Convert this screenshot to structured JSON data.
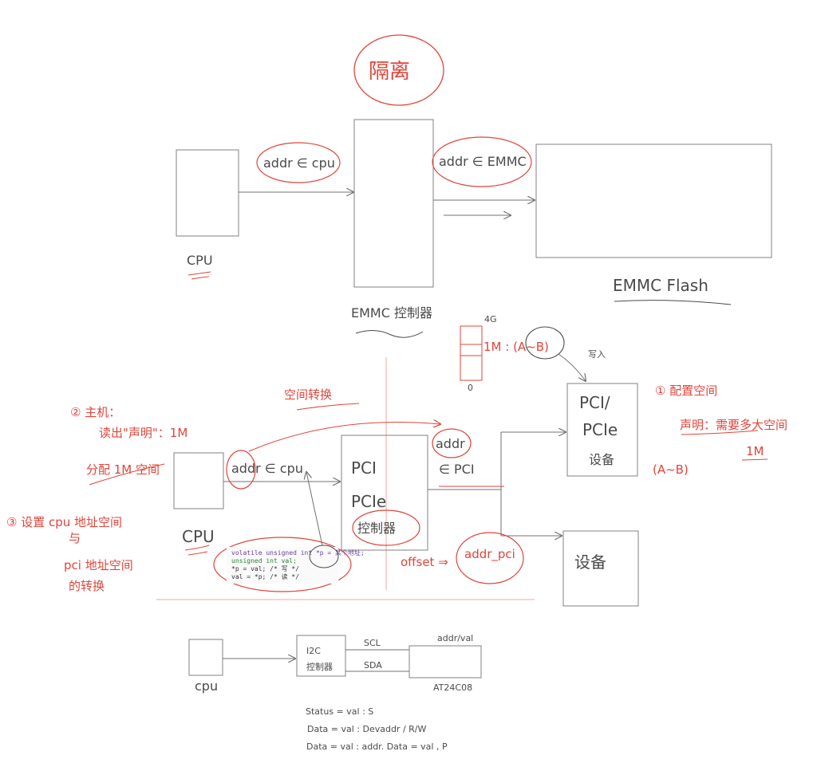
{
  "top": {
    "title": "隔离",
    "cpu_label": "CPU",
    "addr_cpu": "addr ∈ cpu",
    "addr_emmc": "addr ∈ EMMC",
    "controller_label": "EMMC 控制器",
    "flash_label": "EMMC Flash"
  },
  "middle": {
    "space_convert": "空间转换",
    "scale_top": "4G",
    "scale_bottom": "0",
    "range_label": "1M : (A~B)",
    "write_in": "写入",
    "pci_device": "PCI/ PCIe 设备",
    "device_range": "(A~B)",
    "step1_a": "① 配置空间",
    "step1_b": "声明：需要多大空间",
    "step1_c": "1M",
    "step2_a": "② 主机：",
    "step2_b": "读出\"声明\"：1M",
    "step2_c": "分配 1M 空间",
    "step3_a": "③ 设置 cpu 地址空间",
    "step3_b": "与",
    "step3_c": "pci 地址空间",
    "step3_d": "的转换",
    "cpu_label": "CPU",
    "addr_cpu": "addr ∈ cpu",
    "addr_top": "addr",
    "addr_pci": "∈ PCI",
    "pci_ctrl_1": "PCI",
    "pci_ctrl_2": "PCIe",
    "pci_ctrl_3": "控制器",
    "offset": "offset ⇒",
    "addr_pci_label": "addr_pci",
    "device2": "设备",
    "code_line1": "volatile unsigned int *p = 某个地址;",
    "code_line2": "unsigned int val;",
    "code_line3": "*p = val;  /* 写 */",
    "code_line4": "val = *p;  /* 读 */"
  },
  "bottom": {
    "cpu_label": "cpu",
    "i2c_1": "I2C",
    "i2c_2": "控制器",
    "scl": "SCL",
    "sda": "SDA",
    "addr_val": "addr/val",
    "eeprom": "AT24C08",
    "line1": "Status = val : S",
    "line2": "Data = val : Devaddr / R/W",
    "line3": "Data = val : addr.    Data = val  , P"
  },
  "colors": {
    "ink": "#4a4a4a",
    "red": "#e0453a",
    "box": "#808080"
  }
}
